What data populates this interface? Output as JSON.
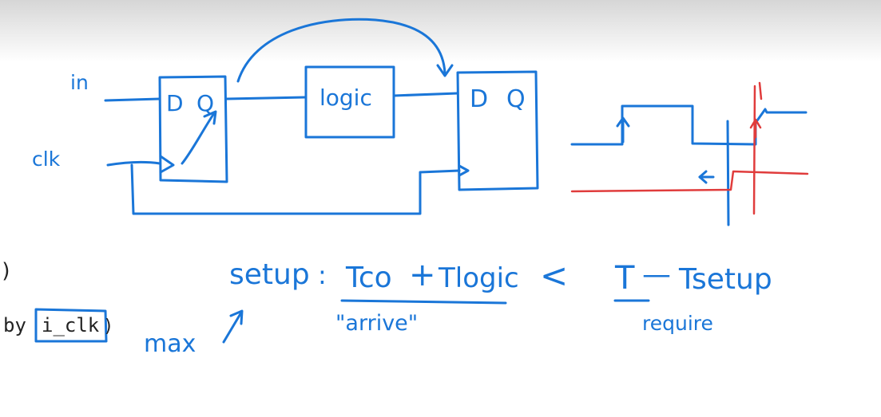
{
  "colors": {
    "ink_blue": "#1a76d8",
    "ink_red": "#e03c3c",
    "doc_text": "#222222"
  },
  "circuit": {
    "input_in": "in",
    "input_clk": "clk",
    "ff1_d": "D",
    "ff1_q": "Q",
    "logic_label": "logic",
    "ff2_d": "D",
    "ff2_q": "Q"
  },
  "equation": {
    "setup_label": "setup",
    "colon": ":",
    "tco": "Tco",
    "plus": "+",
    "tlogic": "Tlogic",
    "less_than": "<",
    "period": "T",
    "minus": "—",
    "tsetup": "Tsetup",
    "arrive_label": "\"arrive\"",
    "require_label": "require",
    "max_label": "max"
  },
  "background_doc": {
    "paren": ")",
    "by_text": "by",
    "signal_name": "i_clk",
    "close_paren": ")"
  }
}
